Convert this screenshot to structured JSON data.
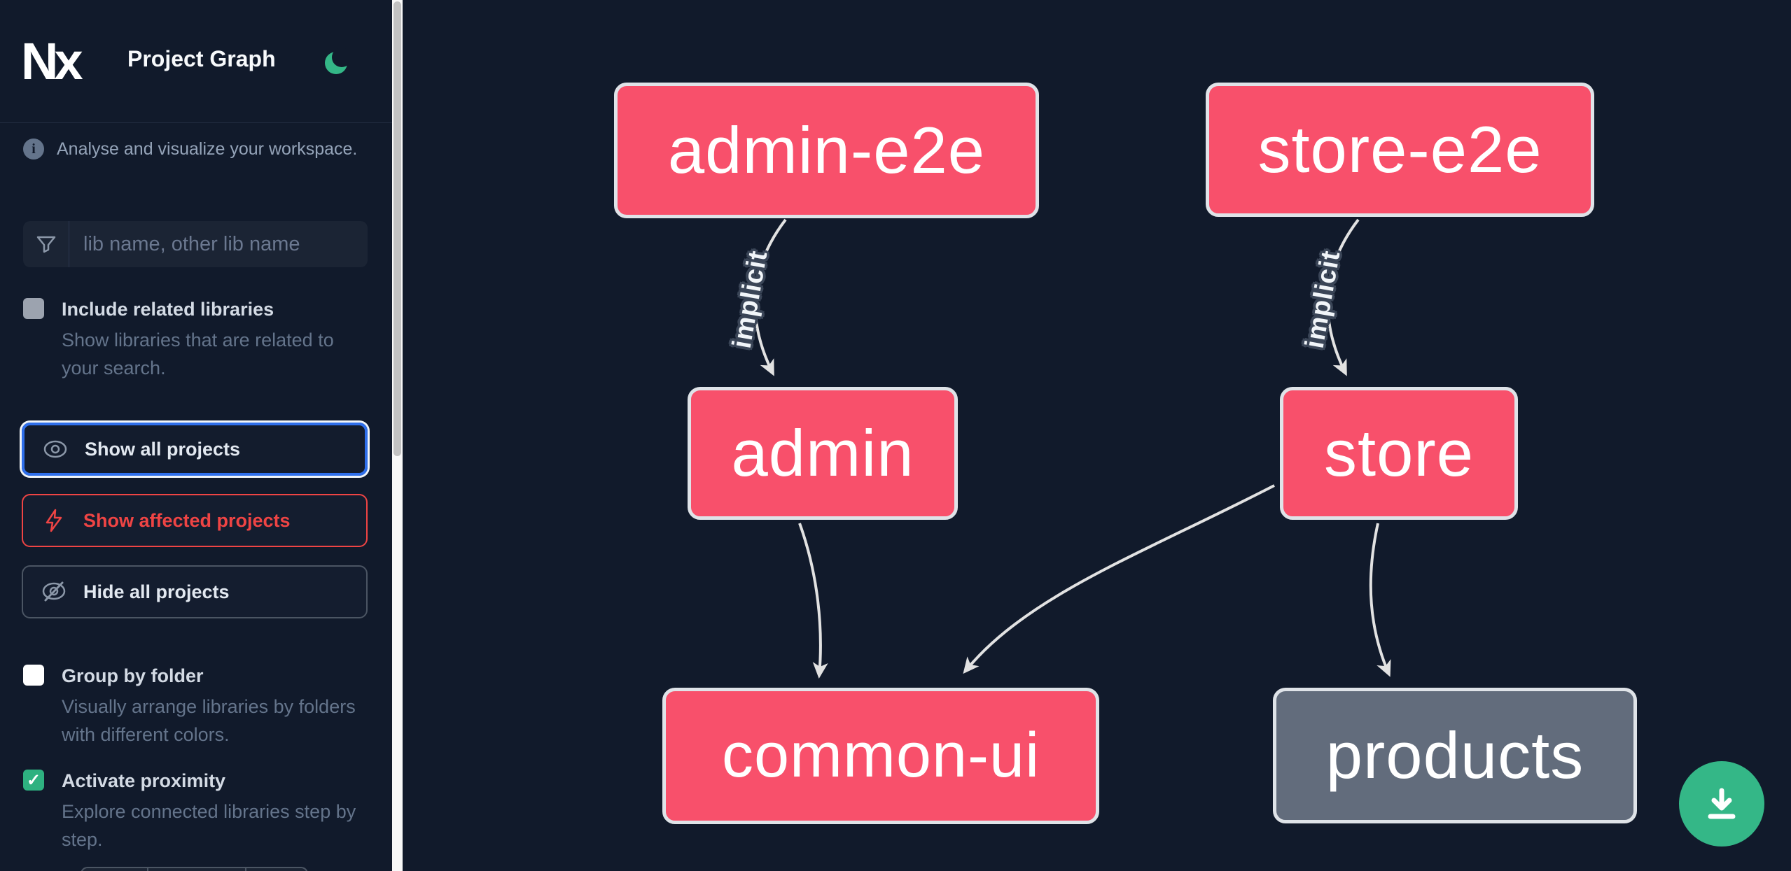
{
  "header": {
    "brand": "Nx",
    "title": "Project Graph"
  },
  "sidebar": {
    "tagline": "Analyse and visualize your workspace.",
    "search": {
      "placeholder": "lib name, other lib name"
    },
    "include_related": {
      "label": "Include related libraries",
      "description": "Show libraries that are related to your search.",
      "checked": false
    },
    "actions": {
      "show_all": "Show all projects",
      "show_affected": "Show affected projects",
      "hide_all": "Hide all projects"
    },
    "group_by_folder": {
      "label": "Group by folder",
      "description": "Visually arrange libraries by folders with different colors.",
      "checked": false
    },
    "proximity": {
      "label": "Activate proximity",
      "description": "Explore connected libraries step by step.",
      "checked": true
    }
  },
  "graph": {
    "nodes": [
      {
        "id": "admin-e2e",
        "label": "admin-e2e",
        "color": "pink"
      },
      {
        "id": "store-e2e",
        "label": "store-e2e",
        "color": "pink"
      },
      {
        "id": "admin",
        "label": "admin",
        "color": "pink"
      },
      {
        "id": "store",
        "label": "store",
        "color": "pink"
      },
      {
        "id": "common-ui",
        "label": "common-ui",
        "color": "pink"
      },
      {
        "id": "products",
        "label": "products",
        "color": "gray"
      }
    ],
    "edges": [
      {
        "from": "admin-e2e",
        "to": "admin",
        "label": "implicit"
      },
      {
        "from": "store-e2e",
        "to": "store",
        "label": "implicit"
      },
      {
        "from": "admin",
        "to": "common-ui",
        "label": ""
      },
      {
        "from": "store",
        "to": "common-ui",
        "label": ""
      },
      {
        "from": "store",
        "to": "products",
        "label": ""
      }
    ]
  },
  "fab": {
    "icon": "download-icon"
  },
  "colors": {
    "background": "#111a2b",
    "node_affected": "#f8506b",
    "node_default": "#626c7c",
    "node_border": "#dfe3e8",
    "edge": "#e2e2e2",
    "accent_green": "#34b787",
    "focus_blue": "#2f6feb",
    "affected_red": "#ef4444"
  }
}
